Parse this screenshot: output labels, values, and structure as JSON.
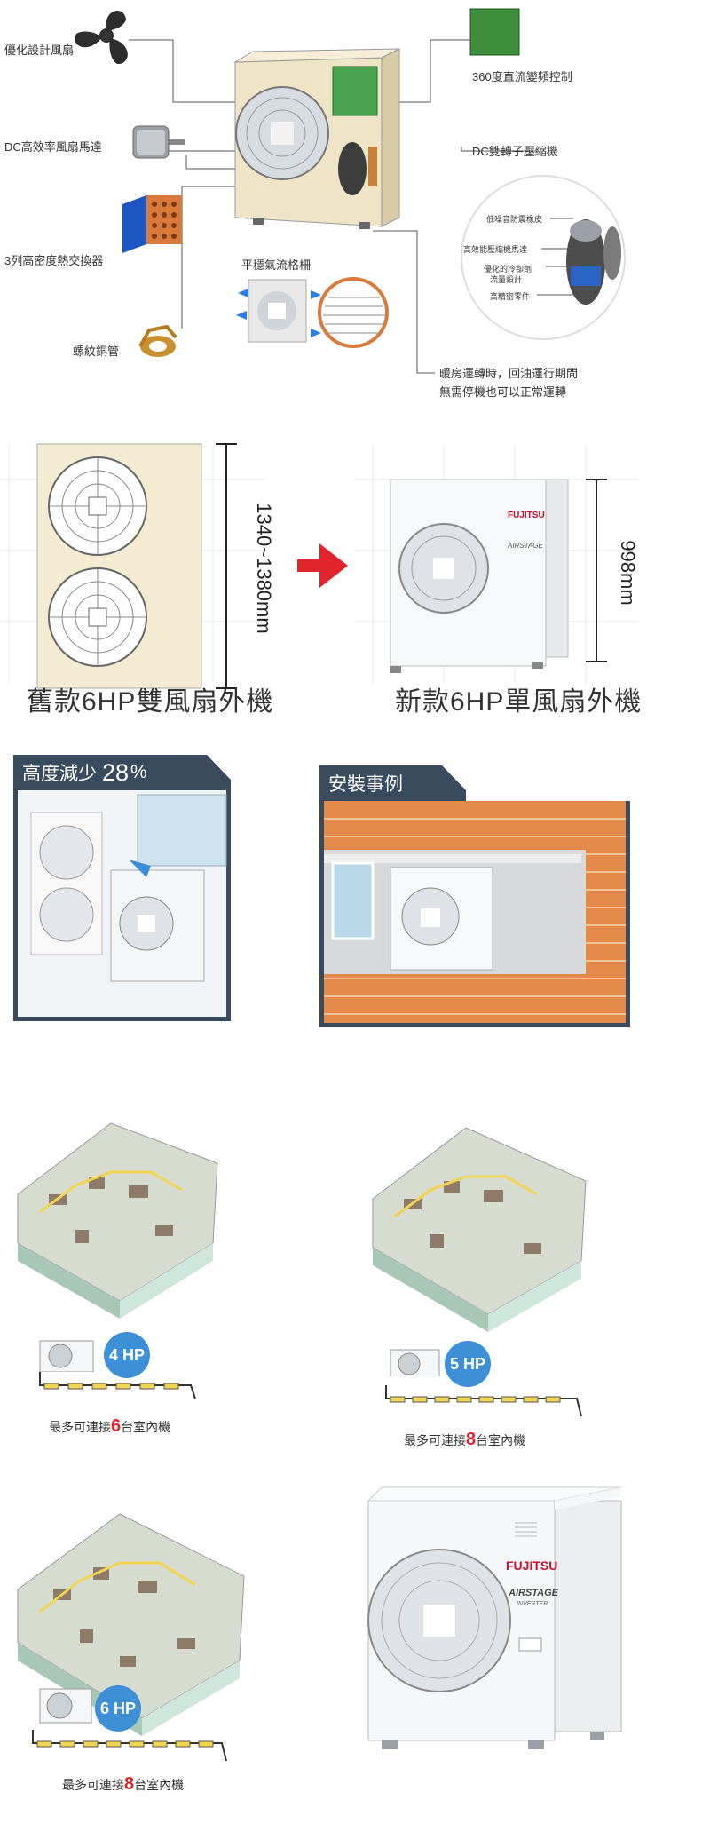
{
  "section1": {
    "labels": {
      "fan": "優化設計風扇",
      "motor": "DC高效率風扇馬達",
      "exchanger": "3列高密度熱交換器",
      "copper": "螺紋銅管",
      "control": "360度直流變頻控制",
      "compressor": "DC雙轉子壓縮機",
      "grille": "平穩氣流格柵",
      "oil_line1": "暖房運轉時，回油運行期間",
      "oil_line2": "無需停機也可以正常運轉"
    },
    "circle_labels": {
      "rubber": "低噪音防震橡皮",
      "motor": "高效能壓縮機馬達",
      "parts1": "優化的冷卻劑",
      "parts2": "流量設計",
      "precision": "高精密零件"
    }
  },
  "section2": {
    "old_height": "1340~1380mm",
    "new_height": "998mm",
    "old_caption": "舊款6HP雙風扇外機",
    "new_caption": "新款6HP單風扇外機",
    "brand": "FUJITSU",
    "series": "AIRSTAGE"
  },
  "section3": {
    "reduction_label": "高度減少",
    "reduction_value": "28",
    "reduction_unit": "%",
    "install_label": "安裝事例",
    "colors": {
      "banner": "#3a4b5e",
      "brick": "#e3894a",
      "brick_line": "#f4c08e"
    }
  },
  "section4": {
    "systems": [
      {
        "hp": "4 HP",
        "prefix": "最多可連接",
        "count": "6",
        "suffix": "台室內機"
      },
      {
        "hp": "5 HP",
        "prefix": "最多可連接",
        "count": "8",
        "suffix": "台室內機"
      },
      {
        "hp": "6 HP",
        "prefix": "最多可連接",
        "count": "8",
        "suffix": "台室內機"
      }
    ],
    "colors": {
      "badge": "#3d8fd6",
      "count": "#e0242b"
    }
  },
  "unit": {
    "brand": "FUJITSU",
    "series": "AIRSTAGE",
    "sub": "INVERTER"
  }
}
